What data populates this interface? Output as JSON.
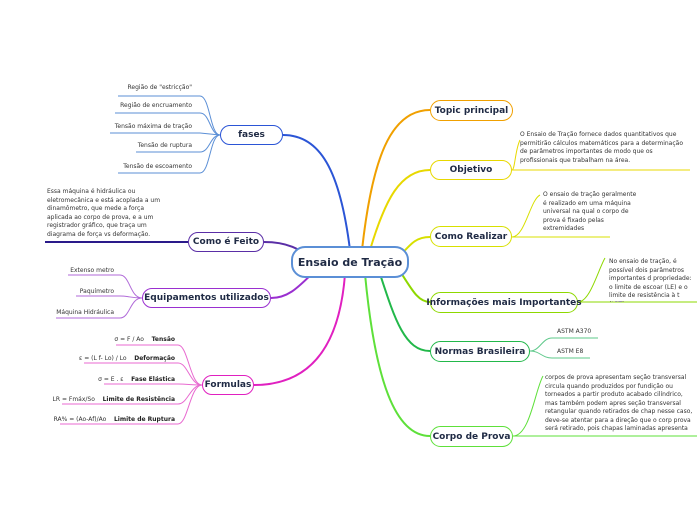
{
  "central": "Ensaio de Tração",
  "branches": {
    "fases": {
      "label": "fases",
      "color": "#2b55d6",
      "items": [
        "Região de \"estricção\"",
        "Região de encruamento",
        "Tensão máxima de tração",
        "Tensão de ruptura",
        "Tensão de escoamento"
      ]
    },
    "como_e_feito": {
      "label": "Como é Feito",
      "color": "#5a2ea6",
      "note": "Essa máquina é hidráulica ou eletromecânica e está acoplada a um dinamômetro, que mede a força aplicada ao corpo de prova, e a um registrador gráfico, que traça um diagrama de força vs deformação."
    },
    "equipamentos": {
      "label": "Equipamentos utilizados",
      "color": "#9a2fd0",
      "items": [
        "Extenso metro",
        "Paquímetro",
        "Máquina Hidráulica"
      ]
    },
    "formulas": {
      "label": "Formulas",
      "color": "#e020c0",
      "items": [
        {
          "formula": "σ = F / Ao",
          "name": "Tensão"
        },
        {
          "formula": "ε = (L f- Lo) / Lo",
          "name": "Deformação"
        },
        {
          "formula": "σ = E . ε",
          "name": "Fase Elástica"
        },
        {
          "formula": "LR = Fmáx/So",
          "name": "Limite de Resistência"
        },
        {
          "formula": "RA% = (Ao-Af)/Ao",
          "name": "Limite de Ruptura"
        }
      ]
    },
    "topic": {
      "label": "Topic principal",
      "color": "#f0a000"
    },
    "objetivo": {
      "label": "Objetivo",
      "color": "#e8d800",
      "note": "O Ensaio de Tração fornece dados quantitativos que permitirão cálculos matemáticos para a determinação de parâmetros importantes de modo que os profissionais que trabalham na área."
    },
    "como_realizar": {
      "label": "Como Realizar",
      "color": "#d8e000",
      "note": "O ensaio de tração geralmente é realizado em uma máquina universal na qual o corpo de prova é fixado pelas extremidades"
    },
    "informacoes": {
      "label": "Informações mais Importantes",
      "color": "#8ed800",
      "note": "No ensaio de tração, é possível dois parâmetros importantes d propriedade: o limite de escoar (LE) e o limite de resistência à t (LRT)."
    },
    "normas": {
      "label": "Normas Brasileira",
      "color": "#22b84a",
      "items": [
        "ASTM A370",
        "ASTM E8"
      ]
    },
    "corpo": {
      "label": "Corpo de Prova",
      "color": "#5ee03a",
      "note": "corpos de prova apresentam seção transversal circula quando produzidos por fundição ou torneados a partir produto acabado cilíndrico, mas também podem apres seção transversal retangular quando retirados de chap nesse caso, deve-se atentar para a direção que o corp prova será retirado, pois chapas laminadas apresenta propriedades mecânicas anisotrópicas."
    }
  }
}
